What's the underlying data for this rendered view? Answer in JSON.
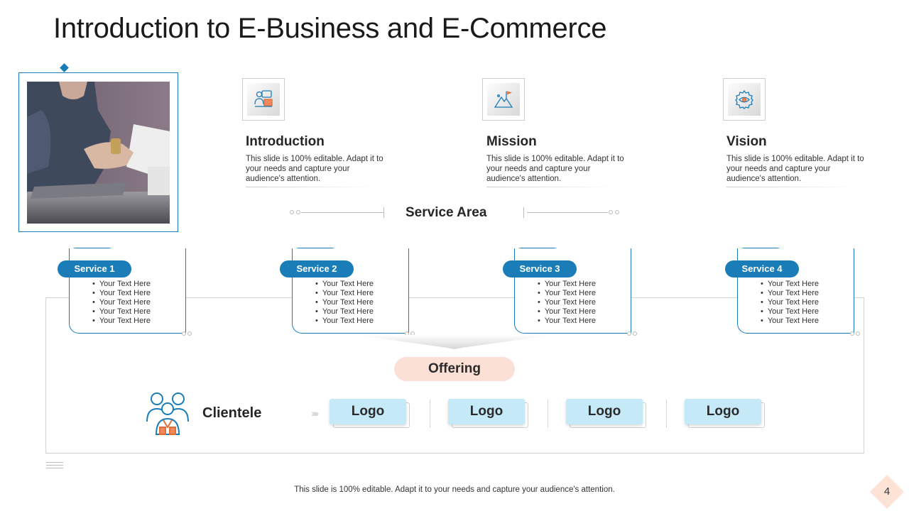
{
  "slide": {
    "title": "Introduction to E-Business and E-Commerce",
    "footer": "This slide is 100% editable. Adapt it to your needs and capture your audience's attention.",
    "page_number": "4"
  },
  "info_blocks": [
    {
      "title": "Introduction",
      "icon": "presenter-icon",
      "desc": "This slide is 100% editable. Adapt it to your needs and capture your audience's attention."
    },
    {
      "title": "Mission",
      "icon": "mountain-flag-icon",
      "desc": "This slide is 100% editable. Adapt it to your needs and capture your audience's attention."
    },
    {
      "title": "Vision",
      "icon": "gear-eye-icon",
      "desc": "This slide is 100% editable. Adapt it to your needs and capture your audience's attention."
    }
  ],
  "service_area": {
    "label": "Service Area",
    "services": [
      {
        "name": "Service 1",
        "items": [
          "Your Text Here",
          "Your Text Here",
          "Your Text Here",
          "Your Text Here",
          "Your Text Here"
        ]
      },
      {
        "name": "Service 2",
        "items": [
          "Your Text Here",
          "Your Text Here",
          "Your Text Here",
          "Your Text Here",
          "Your Text Here"
        ]
      },
      {
        "name": "Service 3",
        "items": [
          "Your Text Here",
          "Your Text Here",
          "Your Text Here",
          "Your Text Here",
          "Your Text Here"
        ]
      },
      {
        "name": "Service 4",
        "items": [
          "Your Text Here",
          "Your Text Here",
          "Your Text Here",
          "Your Text Here",
          "Your Text Here"
        ]
      }
    ]
  },
  "offering": {
    "label": "Offering"
  },
  "clientele": {
    "label": "Clientele",
    "logos": [
      "Logo",
      "Logo",
      "Logo",
      "Logo"
    ]
  },
  "colors": {
    "accent": "#1a7db8",
    "offering_bg": "#fbe1d5",
    "logo_bg": "#c6e9f8",
    "page_badge": "#fde3d6"
  }
}
